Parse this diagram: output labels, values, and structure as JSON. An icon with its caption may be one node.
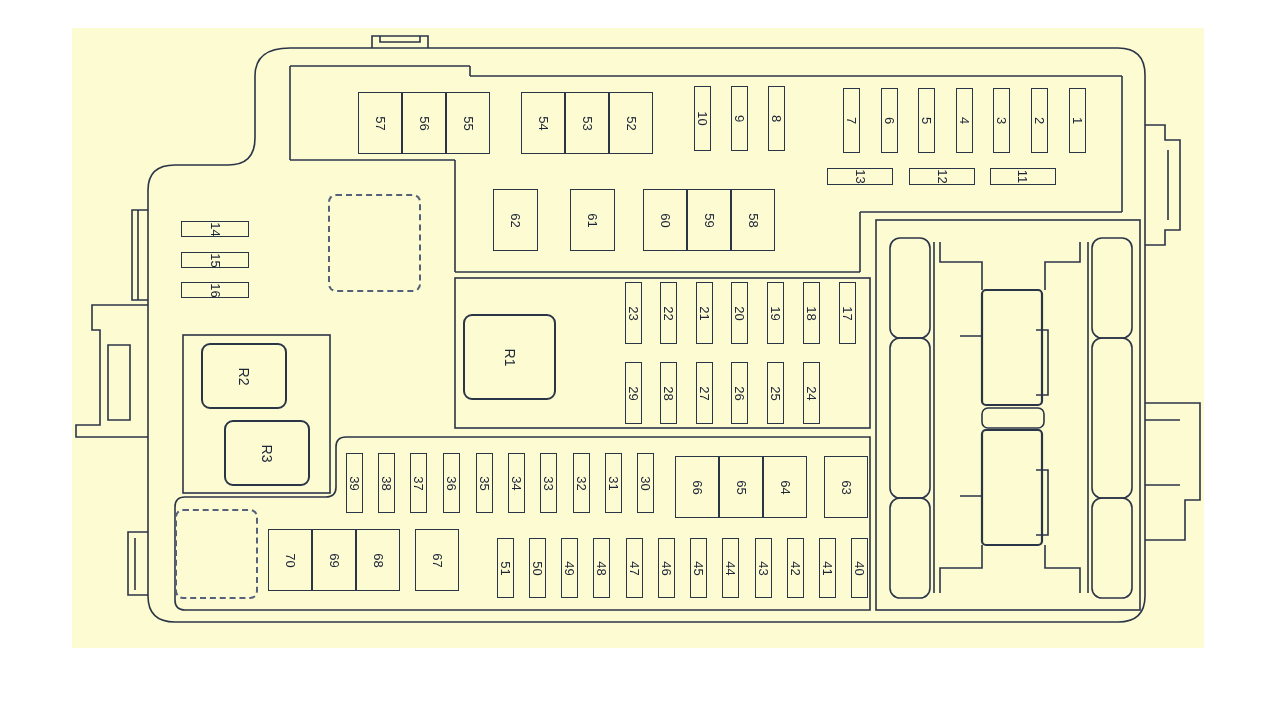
{
  "diagram": {
    "nodes": [
      {
        "text": [
          "57"
        ]
      },
      {
        "text": [
          "56"
        ]
      },
      {
        "text": [
          "55"
        ]
      },
      {
        "text": [
          "54"
        ]
      },
      {
        "text": [
          "53"
        ]
      },
      {
        "text": [
          "52"
        ]
      },
      {
        "text": [
          "10"
        ]
      },
      {
        "text": [
          "9"
        ]
      },
      {
        "text": [
          "8"
        ]
      },
      {
        "text": [
          "7"
        ]
      },
      {
        "text": [
          "6"
        ]
      },
      {
        "text": [
          "5"
        ]
      },
      {
        "text": [
          "4"
        ]
      },
      {
        "text": [
          "3"
        ]
      },
      {
        "text": [
          "2"
        ]
      },
      {
        "text": [
          "1"
        ]
      },
      {
        "text": [
          "13"
        ]
      },
      {
        "text": [
          "12"
        ]
      },
      {
        "text": [
          "11"
        ]
      },
      {
        "text": [],
        "shape": "box"
      },
      {
        "text": [
          "62"
        ]
      },
      {
        "text": [
          "61"
        ]
      },
      {
        "text": [
          "60"
        ]
      },
      {
        "text": [
          "59"
        ]
      },
      {
        "text": [
          "58"
        ]
      },
      {
        "text": [
          "14"
        ]
      },
      {
        "text": [
          "15"
        ]
      },
      {
        "text": [
          "16"
        ]
      },
      {
        "text": [
          "23"
        ]
      },
      {
        "text": [
          "22"
        ]
      },
      {
        "text": [
          "21"
        ]
      },
      {
        "text": [
          "20"
        ]
      },
      {
        "text": [
          "19"
        ]
      },
      {
        "text": [
          "18"
        ]
      },
      {
        "text": [
          "17"
        ]
      },
      {
        "text": [
          "R1"
        ]
      },
      {
        "text": [
          "29"
        ]
      },
      {
        "text": [
          "28"
        ]
      },
      {
        "text": [
          "27"
        ]
      },
      {
        "text": [
          "26"
        ]
      },
      {
        "text": [
          "25"
        ]
      },
      {
        "text": [
          "24"
        ]
      },
      {
        "text": [
          "R2"
        ]
      },
      {
        "text": [
          "R3"
        ]
      },
      {
        "text": [
          "39"
        ]
      },
      {
        "text": [
          "38"
        ]
      },
      {
        "text": [
          "37"
        ]
      },
      {
        "text": [
          "36"
        ]
      },
      {
        "text": [
          "35"
        ]
      },
      {
        "text": [
          "34"
        ]
      },
      {
        "text": [
          "33"
        ]
      },
      {
        "text": [
          "32"
        ]
      },
      {
        "text": [
          "31"
        ]
      },
      {
        "text": [
          "30"
        ]
      },
      {
        "text": [
          "66"
        ]
      },
      {
        "text": [
          "65"
        ]
      },
      {
        "text": [
          "64"
        ]
      },
      {
        "text": [
          "63"
        ]
      },
      {
        "text": [],
        "shape": "box"
      },
      {
        "text": [
          "70"
        ]
      },
      {
        "text": [
          "69"
        ]
      },
      {
        "text": [
          "68"
        ]
      },
      {
        "text": [
          "67"
        ]
      },
      {
        "text": [
          "51"
        ]
      },
      {
        "text": [
          "50"
        ]
      },
      {
        "text": [
          "49"
        ]
      },
      {
        "text": [
          "48"
        ]
      },
      {
        "text": [
          "47"
        ]
      },
      {
        "text": [
          "46"
        ]
      },
      {
        "text": [
          "45"
        ]
      },
      {
        "text": [
          "44"
        ]
      },
      {
        "text": [
          "43"
        ]
      },
      {
        "text": [
          "42"
        ]
      },
      {
        "text": [
          "41"
        ]
      },
      {
        "text": [
          "40"
        ]
      }
    ]
  }
}
